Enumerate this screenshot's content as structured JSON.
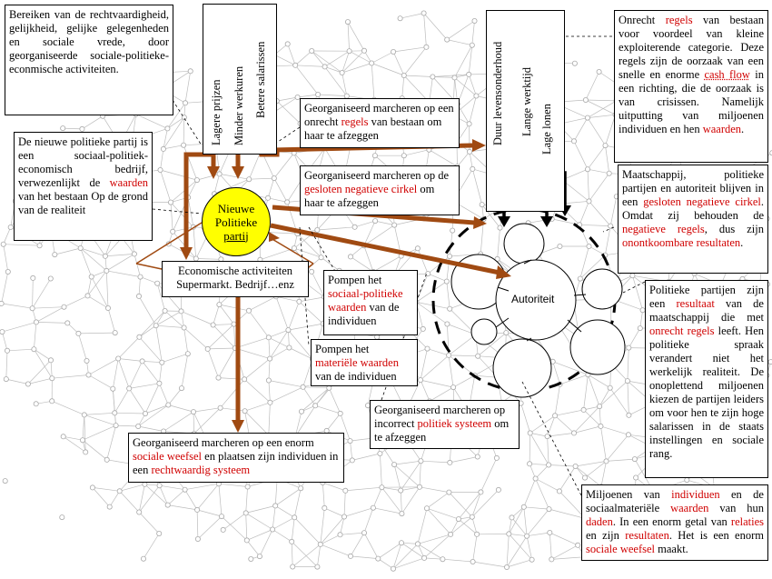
{
  "colors": {
    "arrow": "#a04a12",
    "red_text": "#d00000",
    "party_fill": "#ffff00",
    "network": "#bdbdbd"
  },
  "diagram": {
    "party_label": [
      "Nieuwe",
      "Politieke",
      "partij"
    ],
    "authority_label": "Autoriteit",
    "left_vertical_labels": [
      "Lagere prijzen",
      "Minder werkuren",
      "Betere salarissen"
    ],
    "right_vertical_labels": [
      "Duur levensonderhoud",
      "Lange werktijd",
      "Lage lonen"
    ]
  },
  "boxes": {
    "top_left": "Bereiken van de rechtvaardigheid, gelijkheid, gelijke gelegenheden en sociale vrede, door georganiseerde sociale-politieke-econmische activiteiten.",
    "new_party": "De nieuwe politieke partij is een sociaal-politiek-economisch bedrijf, verwezenlijkt de |waarden| van het bestaan Op de grond van de realiteit",
    "march_rules": "Georganiseerd marcheren op een onrecht |regels| van bestaan om haar te afzeggen",
    "march_circle": "Georganiseerd marcheren op de |gesloten negatieve cirkel| om haar te afzeggen",
    "top_right": "Onrecht |regels| van bestaan voor voordeel van kleine exploiterende categorie. Deze regels zijn de oorzaak van een snelle en enorme |cash flow| in een richting, die de oorzaak is van crisissen. Namelijk uitputting van miljoenen individuen en hen |waarden|.",
    "society": "Maatschappij, politieke partijen en autoriteit blijven in een |gesloten negatieve cirkel|. Omdat zij behouden de |negatieve regels|, dus zijn |onontkoombare resultaten|.",
    "economic": "Economische activiteiten Supermarkt. Bedrijf…enz",
    "pump_social": "Pompen het |sociaal-politieke waarden| van de individuen",
    "pump_material": "Pompen het |materiële waarden| van de individuen",
    "political_result": "Politieke partijen zijn een |resultaat| van de maatschappij die met |onrecht regels| leeft. Hen politieke spraak verandert niet het werkelijk realiteit. De onoplettend miljoenen kiezen de partijen leiders om voor hen te zijn hoge salarissen in de staats instellingen en sociale rang.",
    "march_incorrect": "Georganiseerd marcheren op incorrect |politiek systeem| om te afzeggen",
    "march_social": "Georganiseerd marcheren op een enorm |sociale weefsel| en plaatsen zijn individuen in een |rechtwaardig systeem|",
    "millions": "Miljoenen van |individuen| en de sociaalmateriële |waarden| van hun |daden|. In een enorm getal van |relaties| en zijn |resultaten|. Het is een enorm |sociale weefsel| maakt."
  }
}
